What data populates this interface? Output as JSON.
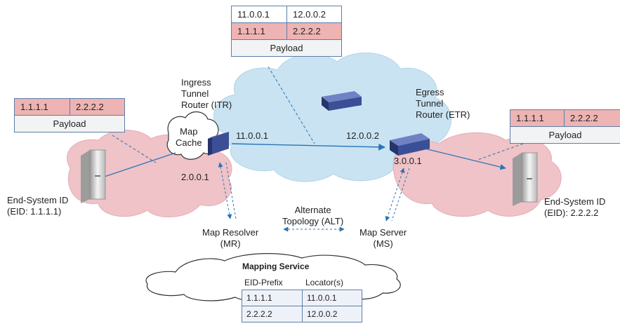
{
  "packets": {
    "top": {
      "outer_src": "11.0.0.1",
      "outer_dst": "12.0.0.2",
      "inner_src": "1.1.1.1",
      "inner_dst": "2.2.2.2",
      "payload": "Payload"
    },
    "left": {
      "inner_src": "1.1.1.1",
      "inner_dst": "2.2.2.2",
      "payload": "Payload"
    },
    "right": {
      "inner_src": "1.1.1.1",
      "inner_dst": "2.2.2.2",
      "payload": "Payload"
    }
  },
  "labels": {
    "itr": "Ingress\nTunnel\nRouter (ITR)",
    "etr": "Egress\nTunnel\nRouter (ETR)",
    "map_cache": "Map\nCache",
    "itr_rloc": "11.0.0.1",
    "etr_rloc": "12.0.0.2",
    "itr_addr": "2.0.0.1",
    "etr_addr": "3.0.0.1",
    "left_host": "End-System ID\n(EID: 1.1.1.1)",
    "right_host": "End-System ID\n(EID): 2.2.2.2",
    "map_resolver": "Map Resolver\n(MR)",
    "map_server": "Map Server\n(MS)",
    "alt": "Alternate\nTopology (ALT)",
    "mapping_service": "Mapping Service"
  },
  "mapping_table": {
    "headers": [
      "EID-Prefix",
      "Locator(s)"
    ],
    "rows": [
      [
        "1.1.1.1",
        "11.0.0.1"
      ],
      [
        "2.2.2.2",
        "12.0.0.2"
      ]
    ]
  },
  "colors": {
    "core_cloud": "#c9e3f2",
    "site_cloud": "#efc3c7",
    "arrow": "#2a73b8",
    "router": "#4a5fa8",
    "inner_header": "#eeb3b3"
  }
}
